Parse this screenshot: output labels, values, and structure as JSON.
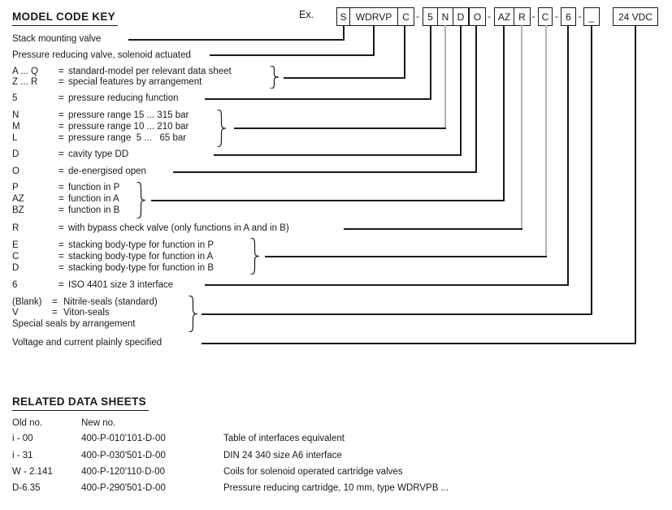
{
  "colors": {
    "ink": "#1a1a1a",
    "line_gray": "#b3b3b3",
    "background": "#ffffff"
  },
  "page": {
    "title": "MODEL CODE KEY",
    "example_label": "Ex."
  },
  "model_code": {
    "separator": "-",
    "group1": [
      "S",
      "WDRVP",
      "C"
    ],
    "group2": [
      "5",
      "N",
      "D",
      "O"
    ],
    "group3": [
      "AZ",
      "R"
    ],
    "stacking_box": "C",
    "interface_box": "6",
    "seals_box": "_",
    "voltage_box": "24 VDC"
  },
  "key": {
    "eq": "=",
    "rows": [
      {
        "label": "Stack mounting valve"
      },
      {
        "label": "Pressure reducing valve, solenoid actuated"
      },
      {
        "entries": [
          {
            "code": "A ... Q",
            "desc": "standard-model per relevant data sheet"
          },
          {
            "code": "Z ... R",
            "desc": "special features by arrangement"
          }
        ]
      },
      {
        "entries": [
          {
            "code": "5",
            "desc": "pressure reducing function"
          }
        ]
      },
      {
        "entries": [
          {
            "code": "N",
            "desc": "pressure range 15 ... 315 bar"
          },
          {
            "code": "M",
            "desc": "pressure range 10 ... 210 bar"
          },
          {
            "code": "L",
            "desc": "pressure range  5 ...   65 bar"
          }
        ]
      },
      {
        "entries": [
          {
            "code": "D",
            "desc": "cavity type DD"
          }
        ]
      },
      {
        "entries": [
          {
            "code": "O",
            "desc": "de-energised open"
          }
        ]
      },
      {
        "entries": [
          {
            "code": "P",
            "desc": "function in P"
          },
          {
            "code": "AZ",
            "desc": "function in A"
          },
          {
            "code": "BZ",
            "desc": "function in B"
          }
        ]
      },
      {
        "entries": [
          {
            "code": "R",
            "desc": "with bypass check valve (only functions in A and in B)"
          }
        ]
      },
      {
        "entries": [
          {
            "code": "E",
            "desc": "stacking body-type for function in P"
          },
          {
            "code": "C",
            "desc": "stacking body-type for function in A"
          },
          {
            "code": "D",
            "desc": "stacking body-type for function in B"
          }
        ]
      },
      {
        "entries": [
          {
            "code": "6",
            "desc": "ISO 4401 size 3 interface"
          }
        ]
      },
      {
        "entries": [
          {
            "code": "(Blank)",
            "desc": "Nitrile-seals (standard)"
          },
          {
            "code": "V",
            "desc": "Viton-seals"
          }
        ],
        "extra": "Special seals by arrangement"
      },
      {
        "label": "Voltage and current plainly specified"
      }
    ]
  },
  "related": {
    "title": "RELATED DATA SHEETS",
    "col_old": "Old no.",
    "col_new": "New no.",
    "rows": [
      {
        "old": "i - 00",
        "new": "400-P-010'101-D-00",
        "desc": "Table of interfaces equivalent"
      },
      {
        "old": "i - 31",
        "new": "400-P-030'501-D-00",
        "desc": "DIN 24 340 size A6 interface"
      },
      {
        "old": "W - 2.141",
        "new": "400-P-120'110-D-00",
        "desc": "Coils for solenoid operated cartridge valves"
      },
      {
        "old": "D-6.35",
        "new": "400-P-290'501-D-00",
        "desc": "Pressure reducing cartridge, 10 mm, type WDRVPB ..."
      }
    ]
  }
}
